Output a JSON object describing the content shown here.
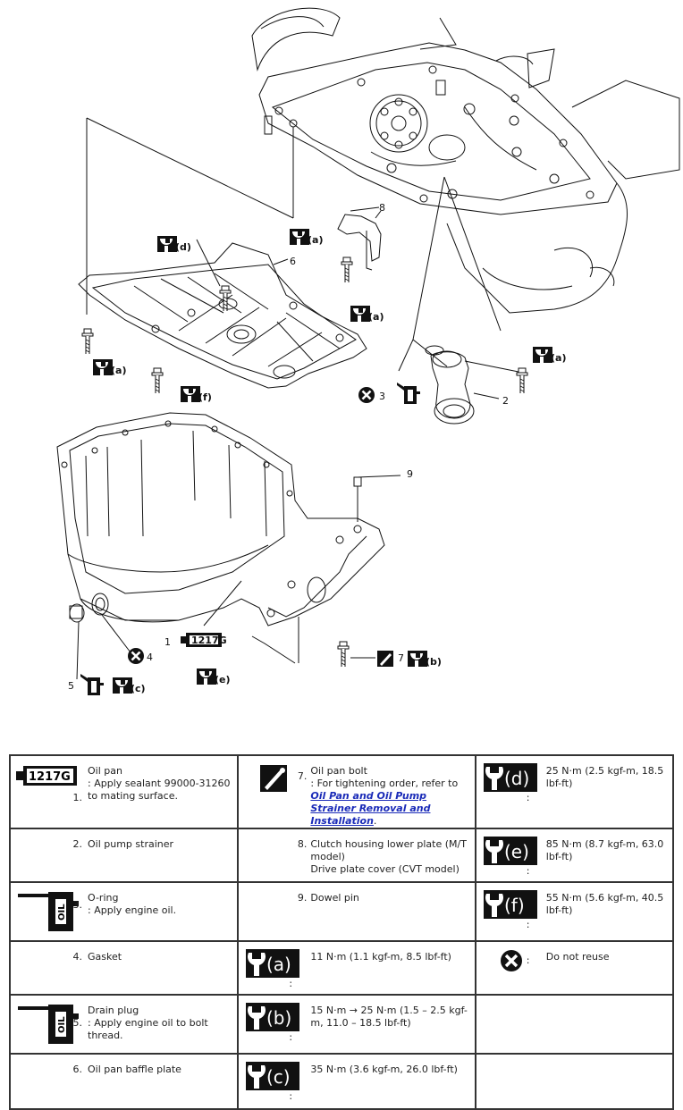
{
  "diagram": {
    "callouts": {
      "n1": "1",
      "n2": "2",
      "n3": "3",
      "n4": "4",
      "n5": "5",
      "n6": "6",
      "n7": "7",
      "n8": "8",
      "n9": "9"
    },
    "torque_tags": {
      "a": "(a)",
      "b": "(b)",
      "c": "(c)",
      "d": "(d)",
      "e": "(e)",
      "f": "(f)"
    },
    "sealant_tube_label": "1217G",
    "oil_can_label": "OIL"
  },
  "legend": {
    "rows": [
      [
        {
          "num": "1.",
          "title": "Oil pan",
          "note": ": Apply sealant 99000-31260 to mating surface.",
          "icon": "sealant-tube-icon",
          "icon_label": "1217G"
        },
        {
          "num": "7.",
          "title": "Oil pan bolt",
          "note": ": For tightening order, refer to",
          "link": "Oil Pan and Oil Pump Strainer Removal and Installation",
          "after": ".",
          "icon": "tightening-order-icon"
        },
        {
          "tag": "(d)",
          "value": "25 N·m (2.5 kgf-m, 18.5 lbf-ft)",
          "colon": ":"
        }
      ],
      [
        {
          "num": "2.",
          "title": "Oil pump strainer"
        },
        {
          "num": "8.",
          "title": "Clutch housing lower plate (M/T model)",
          "note": "Drive plate cover (CVT model)"
        },
        {
          "tag": "(e)",
          "value": "85 N·m (8.7 kgf-m, 63.0 lbf-ft)",
          "colon": ":"
        }
      ],
      [
        {
          "num": "3.",
          "title": "O-ring",
          "note": ": Apply engine oil.",
          "icon": "oil-can-icon",
          "icon_label": "OIL"
        },
        {
          "num": "9.",
          "title": "Dowel pin"
        },
        {
          "tag": "(f)",
          "value": "55 N·m (5.6 kgf-m, 40.5 lbf-ft)",
          "colon": ":"
        }
      ],
      [
        {
          "num": "4.",
          "title": "Gasket"
        },
        {
          "tag": "(a)",
          "value": "11 N·m (1.1 kgf-m, 8.5 lbf-ft)",
          "colon": ":"
        },
        {
          "value": "Do not reuse",
          "colon": ":",
          "icon": "do-not-reuse-icon"
        }
      ],
      [
        {
          "num": "5.",
          "title": "Drain plug",
          "note": ": Apply engine oil to bolt thread.",
          "icon": "oil-can-icon",
          "icon_label": "OIL"
        },
        {
          "tag": "(b)",
          "value": "15 N·m → 25 N·m (1.5 – 2.5 kgf-m, 11.0 – 18.5 lbf-ft)",
          "colon": ":"
        },
        {}
      ],
      [
        {
          "num": "6.",
          "title": "Oil pan baffle plate"
        },
        {
          "tag": "(c)",
          "value": "35 N·m (3.6 kgf-m, 26.0 lbf-ft)",
          "colon": ":"
        },
        {}
      ]
    ]
  }
}
